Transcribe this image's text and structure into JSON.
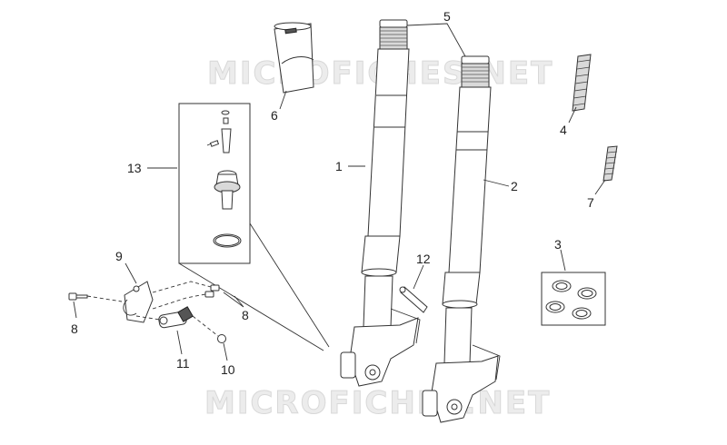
{
  "watermarks": [
    "MICROFICHES.NET",
    "MICROFICHES.NET"
  ],
  "callouts": [
    {
      "id": "c1",
      "label": "1"
    },
    {
      "id": "c2",
      "label": "2"
    },
    {
      "id": "c3",
      "label": "3"
    },
    {
      "id": "c4",
      "label": "4"
    },
    {
      "id": "c5",
      "label": "5"
    },
    {
      "id": "c6",
      "label": "6"
    },
    {
      "id": "c7",
      "label": "7"
    },
    {
      "id": "c8a",
      "label": "8"
    },
    {
      "id": "c8b",
      "label": "8"
    },
    {
      "id": "c9",
      "label": "9"
    },
    {
      "id": "c10",
      "label": "10"
    },
    {
      "id": "c11",
      "label": "11"
    },
    {
      "id": "c12",
      "label": "12"
    },
    {
      "id": "c13",
      "label": "13"
    }
  ]
}
